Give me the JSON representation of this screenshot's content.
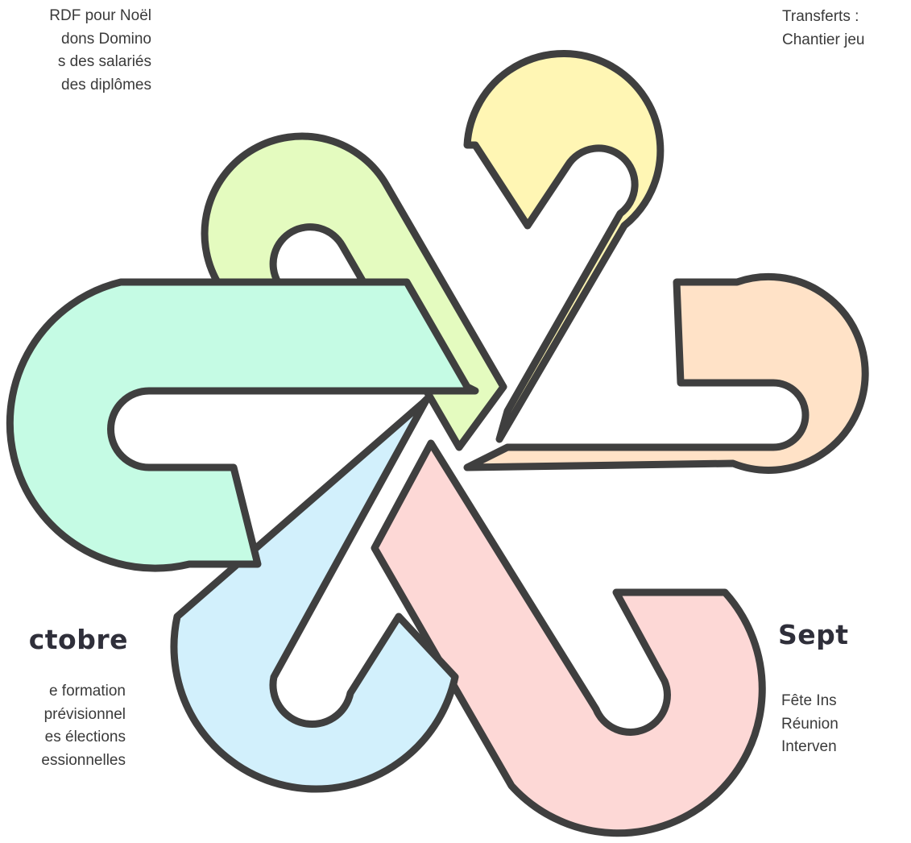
{
  "text_blocks": {
    "top_left": [
      "RDF pour Noël",
      "dons Domino",
      "s des salariés",
      "des diplômes"
    ],
    "top_right": [
      "Transferts :",
      "Chantier jeu"
    ],
    "bottom_left": [
      "e formation",
      "prévisionnel",
      "es élections",
      "essionnelles"
    ],
    "bottom_right": [
      "Fête Ins",
      "Réunion",
      "Interven"
    ]
  },
  "months": {
    "octobre": "ctobre",
    "septembre": "Sept"
  },
  "colors": {
    "green": "#e4fbbf",
    "yellow": "#fff6b4",
    "orange": "#ffe2c7",
    "pink": "#fdd8d6",
    "blue": "#d2f0fc",
    "mint": "#c5fbe4",
    "outline": "#3f3f3f"
  }
}
